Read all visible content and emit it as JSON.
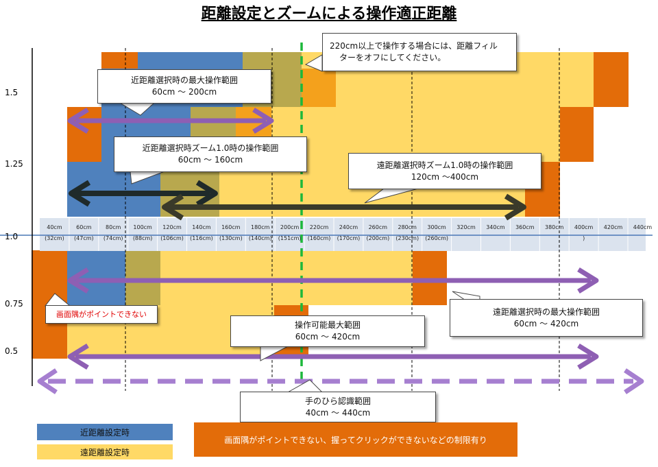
{
  "title": "距離設定とズームによる操作適正距離",
  "y_labels": [
    "1.5",
    "1.25",
    "1.0",
    "0.75",
    "0.5"
  ],
  "x_ticks": [
    {
      "label": "40cm",
      "sub": "(32cm)"
    },
    {
      "label": "60cm",
      "sub": "(47cm)"
    },
    {
      "label": "80cm",
      "sub": "(74cm)"
    },
    {
      "label": "100cm",
      "sub": "(88cm)"
    },
    {
      "label": "120cm",
      "sub": "(106cm)"
    },
    {
      "label": "140cm",
      "sub": "(116cm)"
    },
    {
      "label": "160cm",
      "sub": "(130cm)"
    },
    {
      "label": "180cm",
      "sub": "(140cm)"
    },
    {
      "label": "200cm",
      "sub": "(151cm)"
    },
    {
      "label": "220cm",
      "sub": "(160cm)"
    },
    {
      "label": "240cm",
      "sub": "(170cm)"
    },
    {
      "label": "260cm",
      "sub": "(200cm)"
    },
    {
      "label": "280cm",
      "sub": "(230cm)"
    },
    {
      "label": "300cm",
      "sub": "(260cm)"
    },
    {
      "label": "320cm",
      "sub": ""
    },
    {
      "label": "340cm",
      "sub": ""
    },
    {
      "label": "360cm",
      "sub": ""
    },
    {
      "label": "380cm",
      "sub": ""
    },
    {
      "label": "400cm",
      "sub": ")"
    },
    {
      "label": "420cm",
      "sub": ""
    },
    {
      "label": "440cm",
      "sub": ""
    }
  ],
  "callouts": {
    "filter": {
      "line1": "220cm以上で操作する場合には、距離フィル",
      "line2": "ターをオフにしてください。"
    },
    "near_max": {
      "line1": "近距離選択時の最大操作範囲",
      "line2": "60cm ～ 200cm"
    },
    "near_zoom": {
      "line1": "近距離選択時ズーム1.0時の操作範囲",
      "line2": "60cm ～ 160cm"
    },
    "far_zoom": {
      "line1": "遠距離選択時ズーム1.0時の操作範囲",
      "line2": "120cm ～400cm"
    },
    "corner": {
      "line1": "画面隅がポイントできない"
    },
    "far_max": {
      "line1": "遠距離選択時の最大操作範囲",
      "line2": "60cm ～ 420cm"
    },
    "operable": {
      "line1": "操作可能最大範囲",
      "line2": "60cm ～ 420cm"
    },
    "palm": {
      "line1": "手のひら認識範囲",
      "line2": "40cm ～ 440cm"
    }
  },
  "legend": {
    "near": "近距離設定時",
    "far": "遠距離設定時",
    "restricted": "画面隅がポイントできない、握ってクリックができないなどの制限有り"
  },
  "colors": {
    "near": "#4f81bd",
    "far": "#ffd966",
    "restricted": "#e36c09",
    "olive": "#b8a84e",
    "orange_mid": "#f4a11c",
    "arrow_purple": "#8e5fb3",
    "arrow_dark": "#1f2a2a",
    "guide_green": "#1db83b",
    "axis_blue": "#4a78b5"
  }
}
